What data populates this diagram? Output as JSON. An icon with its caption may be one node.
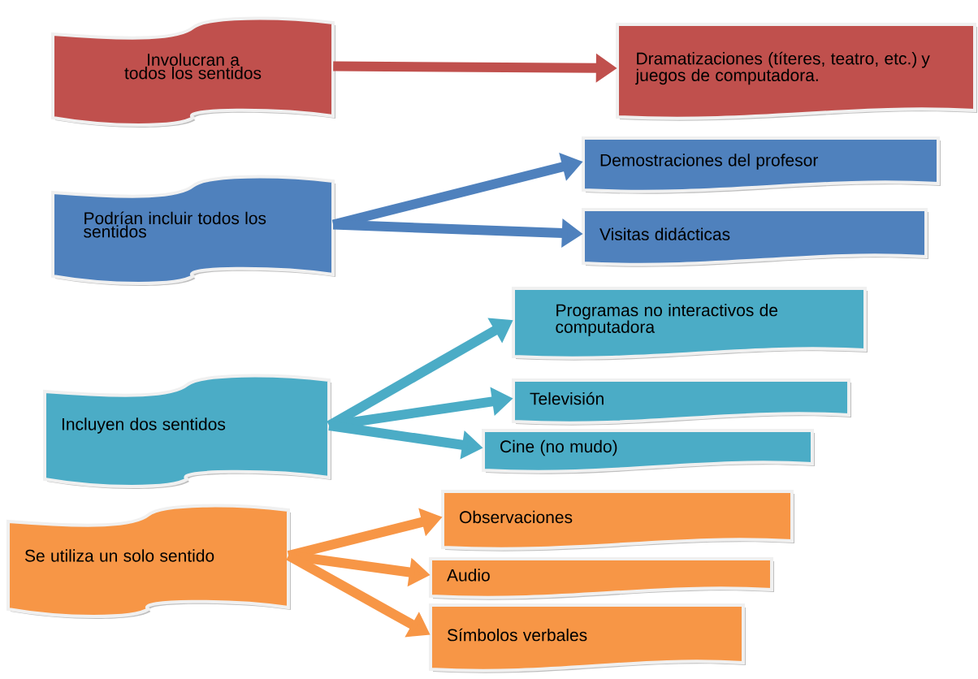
{
  "diagram": {
    "nodes": [
      {
        "text": [
          "Involucran a todos los sentidos"
        ]
      },
      {
        "text": [
          "Dramatizaciones (títeres, teatro, etc.) y juegos de computadora."
        ]
      },
      {
        "text": [
          "Podrían incluir todos los sentidos"
        ]
      },
      {
        "text": [
          "Demostraciones del profesor"
        ]
      },
      {
        "text": [
          "Visitas didácticas"
        ]
      },
      {
        "text": [
          "Programas no interactivos de computadora"
        ]
      },
      {
        "text": [
          "Incluyen dos sentidos"
        ]
      },
      {
        "text": [
          "Televisión"
        ]
      },
      {
        "text": [
          "Cine (no mudo)"
        ]
      },
      {
        "text": [
          "Se utiliza un solo sentido"
        ]
      },
      {
        "text": [
          "Observaciones"
        ]
      },
      {
        "text": [
          "Audio"
        ]
      },
      {
        "text": [
          "Símbolos verbales"
        ]
      }
    ],
    "edges": [
      {
        "from": 0,
        "to": 1,
        "arrow": "to",
        "color": "#c0504d"
      },
      {
        "from": 2,
        "to": 3,
        "arrow": "to",
        "color": "#4f81bd"
      },
      {
        "from": 2,
        "to": 4,
        "arrow": "to",
        "color": "#4f81bd"
      },
      {
        "from": 6,
        "to": 5,
        "arrow": "to",
        "color": "#4bacc6"
      },
      {
        "from": 6,
        "to": 7,
        "arrow": "to",
        "color": "#4bacc6"
      },
      {
        "from": 6,
        "to": 8,
        "arrow": "to",
        "color": "#4bacc6"
      },
      {
        "from": 9,
        "to": 10,
        "arrow": "to",
        "color": "#f79646"
      },
      {
        "from": 9,
        "to": 11,
        "arrow": "to",
        "color": "#f79646"
      },
      {
        "from": 9,
        "to": 12,
        "arrow": "to",
        "color": "#f79646"
      }
    ]
  }
}
